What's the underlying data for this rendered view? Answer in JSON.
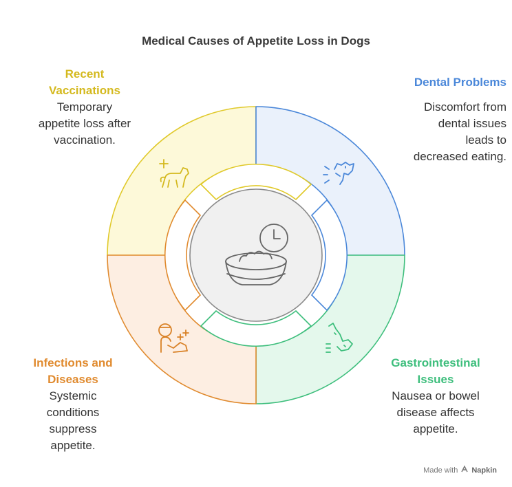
{
  "title": "Medical Causes of Appetite Loss in Dogs",
  "segments": [
    {
      "id": "vaccinations",
      "title_lines": [
        "Recent",
        "Vaccinations"
      ],
      "body_lines": [
        "Temporary",
        "appetite loss after",
        "vaccination."
      ],
      "color": "#E0C92A",
      "fill": "#FDF9D9",
      "icon": "dog-vaccination-icon"
    },
    {
      "id": "dental",
      "title_lines": [
        "Dental Problems"
      ],
      "body_lines": [
        "Discomfort from",
        "dental issues",
        "leads to",
        "decreased eating."
      ],
      "color": "#4A87D9",
      "fill": "#EAF1FB",
      "icon": "dog-dental-icon"
    },
    {
      "id": "infections",
      "title_lines": [
        "Infections and",
        "Diseases"
      ],
      "body_lines": [
        "Systemic",
        "conditions",
        "suppress",
        "appetite."
      ],
      "color": "#E08A2E",
      "fill": "#FDEEE2",
      "icon": "vet-examining-dog-icon"
    },
    {
      "id": "gastro",
      "title_lines": [
        "Gastrointestinal",
        "Issues"
      ],
      "body_lines": [
        "Nausea or bowel",
        "disease affects",
        "appetite."
      ],
      "color": "#3DBE7C",
      "fill": "#E4F8EC",
      "icon": "sick-dog-icon"
    }
  ],
  "center": {
    "icon": "food-bowl-clock-icon"
  },
  "footer": {
    "made_with": "Made with",
    "brand": "Napkin"
  }
}
